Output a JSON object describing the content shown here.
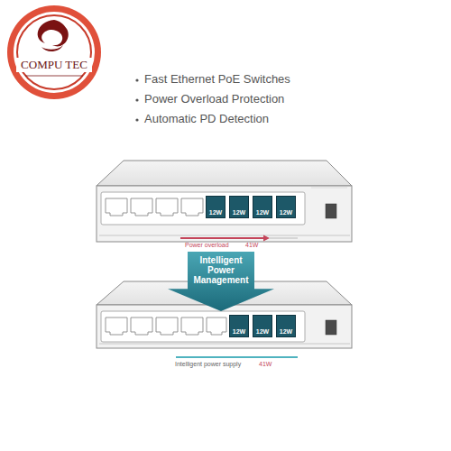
{
  "diagram": {
    "nodes": [
      {
        "text": [
          "12W"
        ]
      },
      {
        "text": [
          "12W"
        ]
      },
      {
        "text": [
          "12W"
        ]
      },
      {
        "text": [
          "12W"
        ]
      },
      {
        "text": [
          "Intelligent Power Management"
        ]
      },
      {
        "text": [
          "12W"
        ]
      },
      {
        "text": [
          "12W"
        ]
      },
      {
        "text": [
          "12W"
        ]
      }
    ],
    "labels": [
      "COMPU TEC",
      "Fast Ethernet PoE Switches",
      "Power Overload Protection",
      "Automatic PD Detection",
      "Power overload",
      "41W",
      "Intelligent power supply",
      "41W"
    ]
  }
}
